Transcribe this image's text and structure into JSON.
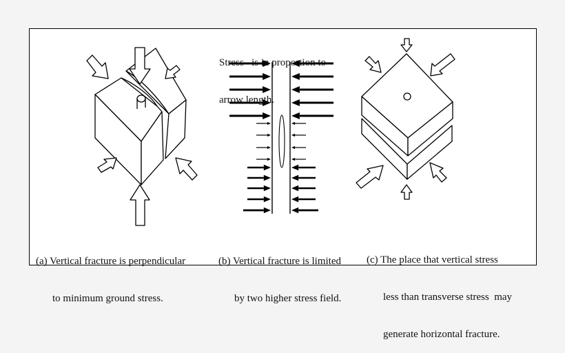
{
  "note": {
    "line1": "Stress   is in proportion to",
    "line2": "arrow length."
  },
  "captions": {
    "a": {
      "line1": "(a) Vertical fracture is perpendicular",
      "line2": "to minimum ground stress."
    },
    "b": {
      "line1": "(b) Vertical fracture is limited",
      "line2": "by two higher stress field."
    },
    "c": {
      "line1": "(c) The place that vertical stress",
      "line2": "less than transverse stress  may",
      "line3": "generate horizontal fracture."
    }
  }
}
